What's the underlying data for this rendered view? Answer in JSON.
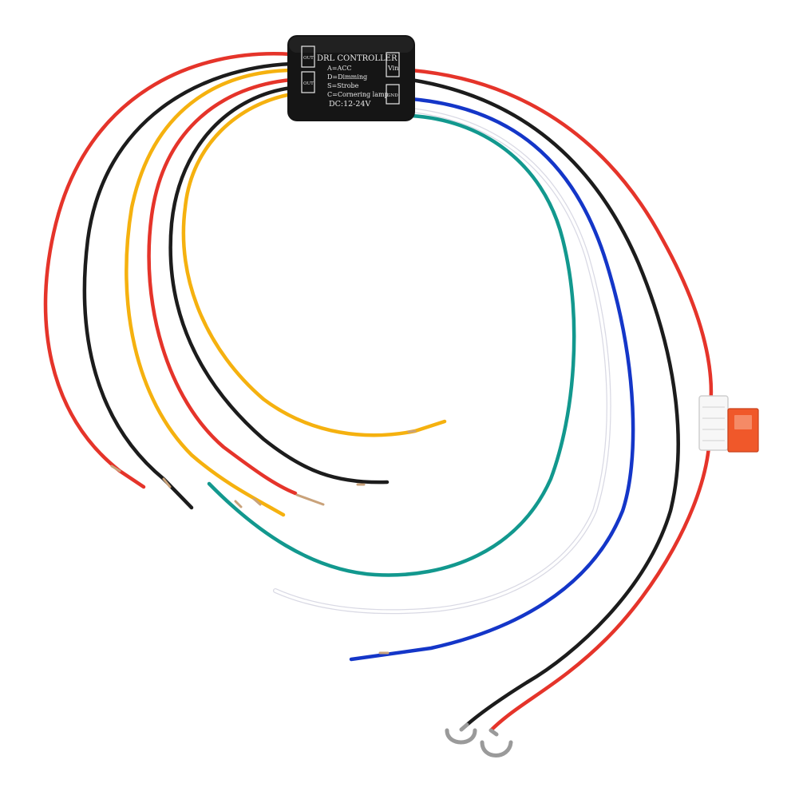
{
  "controller": {
    "title": "DRL CONTROLLER",
    "modes": [
      "A=ACC",
      "D=Dimming",
      "S=Strobe",
      "C=Cornering lamp"
    ],
    "voltage": "DC:12-24V",
    "port_vin": "Vin",
    "port_out_1": "OUT",
    "port_out_2": "OUT",
    "port_side": "GND"
  },
  "colors": {
    "red": "#e5342a",
    "black": "#1c1c1c",
    "yellow": "#f5b10f",
    "teal": "#12988e",
    "white": "#f2f2f2",
    "blue": "#1436c8",
    "fuse": "#f0582a",
    "controller_body": "#151515",
    "copper": "#c9a27a"
  }
}
